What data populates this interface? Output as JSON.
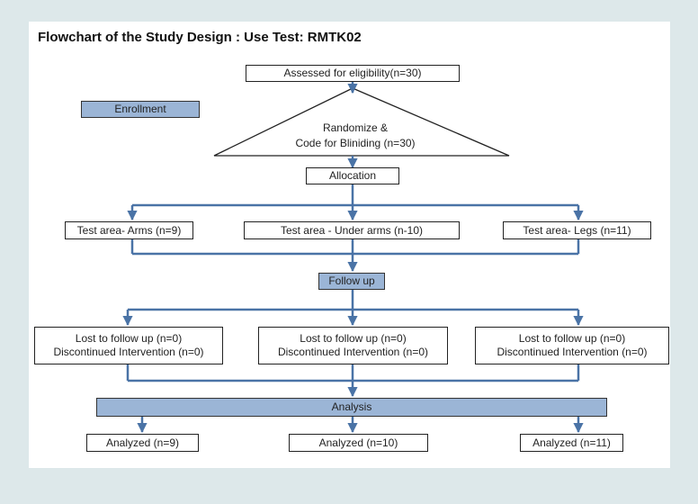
{
  "title": "Flowchart of the Study Design : Use Test:  RMTK02",
  "eligibility": "Assessed for eligibility(n=30)",
  "enrollment": "Enrollment",
  "randomize": {
    "line1": "Randomize &",
    "line2": "Code for Bliniding (n=30)"
  },
  "allocation": "Allocation",
  "test_areas": [
    "Test area- Arms (n=9)",
    "Test area - Under arms (n-10)",
    "Test area- Legs (n=11)"
  ],
  "follow_up": "Follow up",
  "lost": [
    {
      "line1": "Lost to follow up (n=0)",
      "line2": "Discontinued Intervention (n=0)"
    },
    {
      "line1": "Lost to follow up (n=0)",
      "line2": "Discontinued Intervention (n=0)"
    },
    {
      "line1": "Lost to follow up (n=0)",
      "line2": "Discontinued Intervention (n=0)"
    }
  ],
  "analysis": "Analysis",
  "analyzed": [
    "Analyzed (n=9)",
    "Analyzed (n=10)",
    "Analyzed (n=11)"
  ],
  "colors": {
    "arrow": "#4a73a6",
    "label_fill": "#9bb5d6",
    "background": "#dde8ea"
  }
}
